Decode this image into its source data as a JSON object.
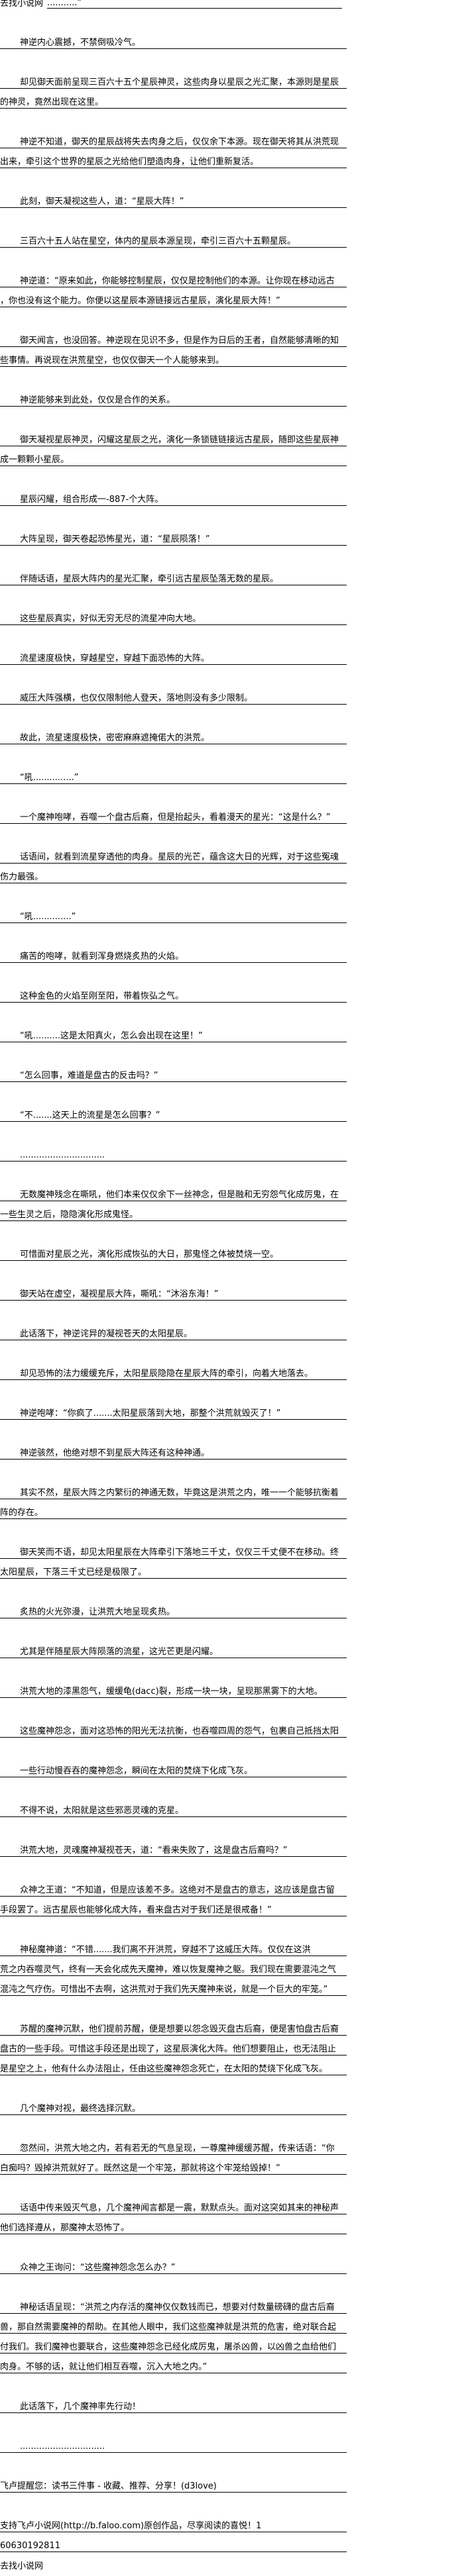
{
  "header": {
    "site_name": "去找小说网",
    "ellipsis": "...........”"
  },
  "paragraphs": [
    {
      "indent": true,
      "lines": [
        "神逆内心震撼，不禁倒吸冷气。"
      ]
    },
    {
      "indent": true,
      "lines": [
        "却见御天面前呈现三百六十五个星辰神灵，这些肉身以星辰之光汇聚，本源则是星辰",
        "的神灵，竟然出现在这里。"
      ]
    },
    {
      "indent": true,
      "lines": [
        "神逆不知道，御天的星辰战将失去肉身之后，仅仅余下本源。现在御天将其从洪荒现",
        "出来，牵引这个世界的星辰之光给他们塑造肉身，让他们重新复活。"
      ]
    },
    {
      "indent": true,
      "lines": [
        "此刻，御天凝视这些人，道：“星辰大阵！”"
      ]
    },
    {
      "indent": true,
      "lines": [
        "三百六十五人站在星空，体内的星辰本源呈现，牵引三百六十五颗星辰。"
      ]
    },
    {
      "indent": true,
      "lines": [
        "神逆道：“原来如此，你能够控制星辰，仅仅是控制他们的本源。让你现在移动远古",
        "，你也没有这个能力。你便以这星辰本源链接远古星辰，演化星辰大阵！”"
      ]
    },
    {
      "indent": true,
      "lines": [
        "御天闻言，也没回答。神逆现在见识不多，但是作为日后的王者，自然能够清晰的知",
        "些事情。再说现在洪荒星空，也仅仅御天一个人能够来到。"
      ]
    },
    {
      "indent": true,
      "lines": [
        "神逆能够来到此处，仅仅是合作的关系。"
      ]
    },
    {
      "indent": true,
      "lines": [
        "御天凝视星辰神灵，闪耀这星辰之光，演化一条锁链链接远古星辰，随即这些星辰神",
        "成一颗颗小星辰。"
      ]
    },
    {
      "indent": true,
      "lines": [
        "星辰闪耀，组合形成一-887-个大阵。"
      ]
    },
    {
      "indent": true,
      "lines": [
        "大阵呈现，御天卷起恐怖星光，道：“星辰陨落！”"
      ]
    },
    {
      "indent": true,
      "lines": [
        "伴随话语，星辰大阵内的星光汇聚，牵引远古星辰坠落无数的星辰。"
      ]
    },
    {
      "indent": true,
      "lines": [
        "这些星辰真实，好似无穷无尽的流星冲向大地。"
      ]
    },
    {
      "indent": true,
      "lines": [
        "流星速度极快，穿越星空，穿越下面恐怖的大阵。"
      ]
    },
    {
      "indent": true,
      "lines": [
        "威压大阵强横，也仅仅限制他人登天，落地则没有多少限制。"
      ]
    },
    {
      "indent": true,
      "lines": [
        "故此，流星速度极快，密密麻麻遮掩偌大的洪荒。"
      ]
    },
    {
      "indent": true,
      "lines": [
        "“吼...............”"
      ]
    },
    {
      "indent": true,
      "lines": [
        "一个魔神咆哮，吞噬一个盘古后裔，但是抬起头，看着漫天的星光：“这是什么？”"
      ]
    },
    {
      "indent": true,
      "lines": [
        "话语间，就看到流星穿透他的肉身。星辰的光芒，蕴含这大日的光辉，对于这些冤魂",
        "伤力最强。"
      ]
    },
    {
      "indent": true,
      "lines": [
        "“吼..............”"
      ]
    },
    {
      "indent": true,
      "lines": [
        "痛苦的咆哮，就看到浑身燃烧炙热的火焰。"
      ]
    },
    {
      "indent": true,
      "lines": [
        "这种金色的火焰至刚至阳，带着恢弘之气。"
      ]
    },
    {
      "indent": true,
      "lines": [
        "“吼..........这是太阳真火，怎么会出现在这里！”"
      ]
    },
    {
      "indent": true,
      "lines": [
        "“怎么回事，难道是盘古的反击吗？”"
      ]
    },
    {
      "indent": true,
      "lines": [
        "“不.......这天上的流星是怎么回事？”"
      ]
    },
    {
      "indent": true,
      "lines": [
        "..............................."
      ]
    },
    {
      "indent": true,
      "lines": [
        "无数魔神残念在嘶吼，他们本来仅仅余下一丝神念，但是融和无穷怨气化成厉鬼，在",
        "一些生灵之后，隐隐演化形成鬼怪。"
      ]
    },
    {
      "indent": true,
      "lines": [
        "可惜面对星辰之光，演化形成恢弘的大日，那鬼怪之体被焚烧一空。"
      ]
    },
    {
      "indent": true,
      "lines": [
        "御天站在虚空，凝视星辰大阵，嘶吼：“沐浴东海！”"
      ]
    },
    {
      "indent": true,
      "lines": [
        "此话落下，神逆诧异的凝视苍天的太阳星辰。"
      ]
    },
    {
      "indent": true,
      "lines": [
        "却见恐怖的法力缓缓充斥，太阳星辰隐隐在星辰大阵的牵引，向着大地落去。"
      ]
    },
    {
      "indent": true,
      "lines": [
        "神逆咆哮：“你疯了.......太阳星辰落到大地，那整个洪荒就毁灭了！”"
      ]
    },
    {
      "indent": true,
      "lines": [
        "神逆骇然，他绝对想不到星辰大阵还有这种神通。"
      ]
    },
    {
      "indent": true,
      "lines": [
        "其实不然，星辰大阵之内繁衍的神通无数，毕竟这是洪荒之内，唯一一个能够抗衡着",
        "阵的存在。"
      ]
    },
    {
      "indent": true,
      "lines": [
        "御天笑而不语，却见太阳星辰在大阵牵引下落地三千丈，仅仅三千丈便不在移动。终",
        "太阳星辰，下落三千丈已经是极限了。"
      ]
    },
    {
      "indent": true,
      "lines": [
        "炙热的火光弥漫，让洪荒大地呈现炙热。"
      ]
    },
    {
      "indent": true,
      "lines": [
        "尤其是伴随星辰大阵陨落的流星，这光芒更是闪耀。"
      ]
    },
    {
      "indent": true,
      "lines": [
        "洪荒大地的漆黑怨气，缓缓龟(dacc)裂，形成一块一块，呈现那黑雾下的大地。"
      ]
    },
    {
      "indent": true,
      "lines": [
        "这些魔神怨念，面对这恐怖的阳光无法抗衡，也吞噬四周的怨气，包裹自己抵挡太阳"
      ]
    },
    {
      "indent": true,
      "lines": [
        "一些行动慢吞吞的魔神怨念，瞬间在太阳的焚烧下化成飞灰。"
      ]
    },
    {
      "indent": true,
      "lines": [
        "不得不说，太阳就是这些邪恶灵魂的克星。"
      ]
    },
    {
      "indent": true,
      "lines": [
        "洪荒大地，灵魂魔神凝视苍天，道：“看来失败了，这是盘古后裔吗？”"
      ]
    },
    {
      "indent": true,
      "lines": [
        "众神之王道：“不知道，但是应该差不多。这绝对不是盘古的意志，这应该是盘古留",
        "手段罢了。远古星辰也能够化成大阵，看来盘古对于我们还是很戒备！”"
      ]
    },
    {
      "indent": true,
      "lines": [
        "神秘魔神道：“不错.......我们离不开洪荒，穿越不了这威压大阵。仅仅在这洪",
        "荒之内吞噬灵气，终有一天会化成先天魔神，难以恢复魔神之躯。我们现在需要混沌之气",
        "混沌之气疗伤。可惜出不去啊，这洪荒对于我们先天魔神来说，就是一个巨大的牢笼。”"
      ]
    },
    {
      "indent": true,
      "lines": [
        "苏醒的魔神沉默，他们提前苏醒，便是想要以怨念毁灭盘古后裔，便是害怕盘古后裔",
        "盘古的一些手段。可惜这手段还是出现了，这星辰演化大阵。他们想要阻止，也无法阻止",
        "是星空之上，他有什么办法阻止，任由这些魔神怨念死亡，在太阳的焚烧下化成飞灰。"
      ]
    },
    {
      "indent": true,
      "lines": [
        "几个魔神对视，最终选择沉默。"
      ]
    },
    {
      "indent": true,
      "lines": [
        "忽然间，洪荒大地之内，若有若无的气息呈现，一尊魔神缓缓苏醒，传来话语：“你",
        "白痴吗？毁掉洪荒就好了。既然这是一个牢笼，那就将这个牢笼给毁掉！”"
      ]
    },
    {
      "indent": true,
      "lines": [
        "话语中传来毁灭气息，几个魔神闻言都是一震，默默点头。面对这突如其来的神秘声",
        "他们选择遵从，那魔神太恐怖了。"
      ]
    },
    {
      "indent": true,
      "lines": [
        "众神之王询问：“这些魔神怨念怎么办？”"
      ]
    },
    {
      "indent": true,
      "lines": [
        "神秘话语呈现：“洪荒之内存活的魔神仅仅数钱而已，想要对付数量磅礴的盘古后裔",
        "兽，那自然需要魔神的帮助。在其他人眼中，我们这些魔神就是洪荒的危害，绝对联合起",
        "付我们。我们魔神也要联合，这些魔神怨念已经化成厉鬼，屠杀凶兽，以凶兽之血给他们",
        "肉身。不够的话，就让他们相互吞噬，沉入大地之内。”"
      ]
    },
    {
      "indent": true,
      "lines": [
        "此话落下，几个魔神率先行动！"
      ]
    },
    {
      "indent": true,
      "lines": [
        "..............................."
      ]
    },
    {
      "indent": false,
      "lines": [
        "飞卢提醒您：读书三件事 - 收藏、推荐、分享！(d3love)"
      ]
    },
    {
      "indent": false,
      "lines": [
        "支持飞卢小说网(http://b.faloo.com)原创作品，尽享阅读的喜悦！1",
        "60630192811"
      ]
    }
  ],
  "footer": {
    "site_name": "去找小说网"
  }
}
